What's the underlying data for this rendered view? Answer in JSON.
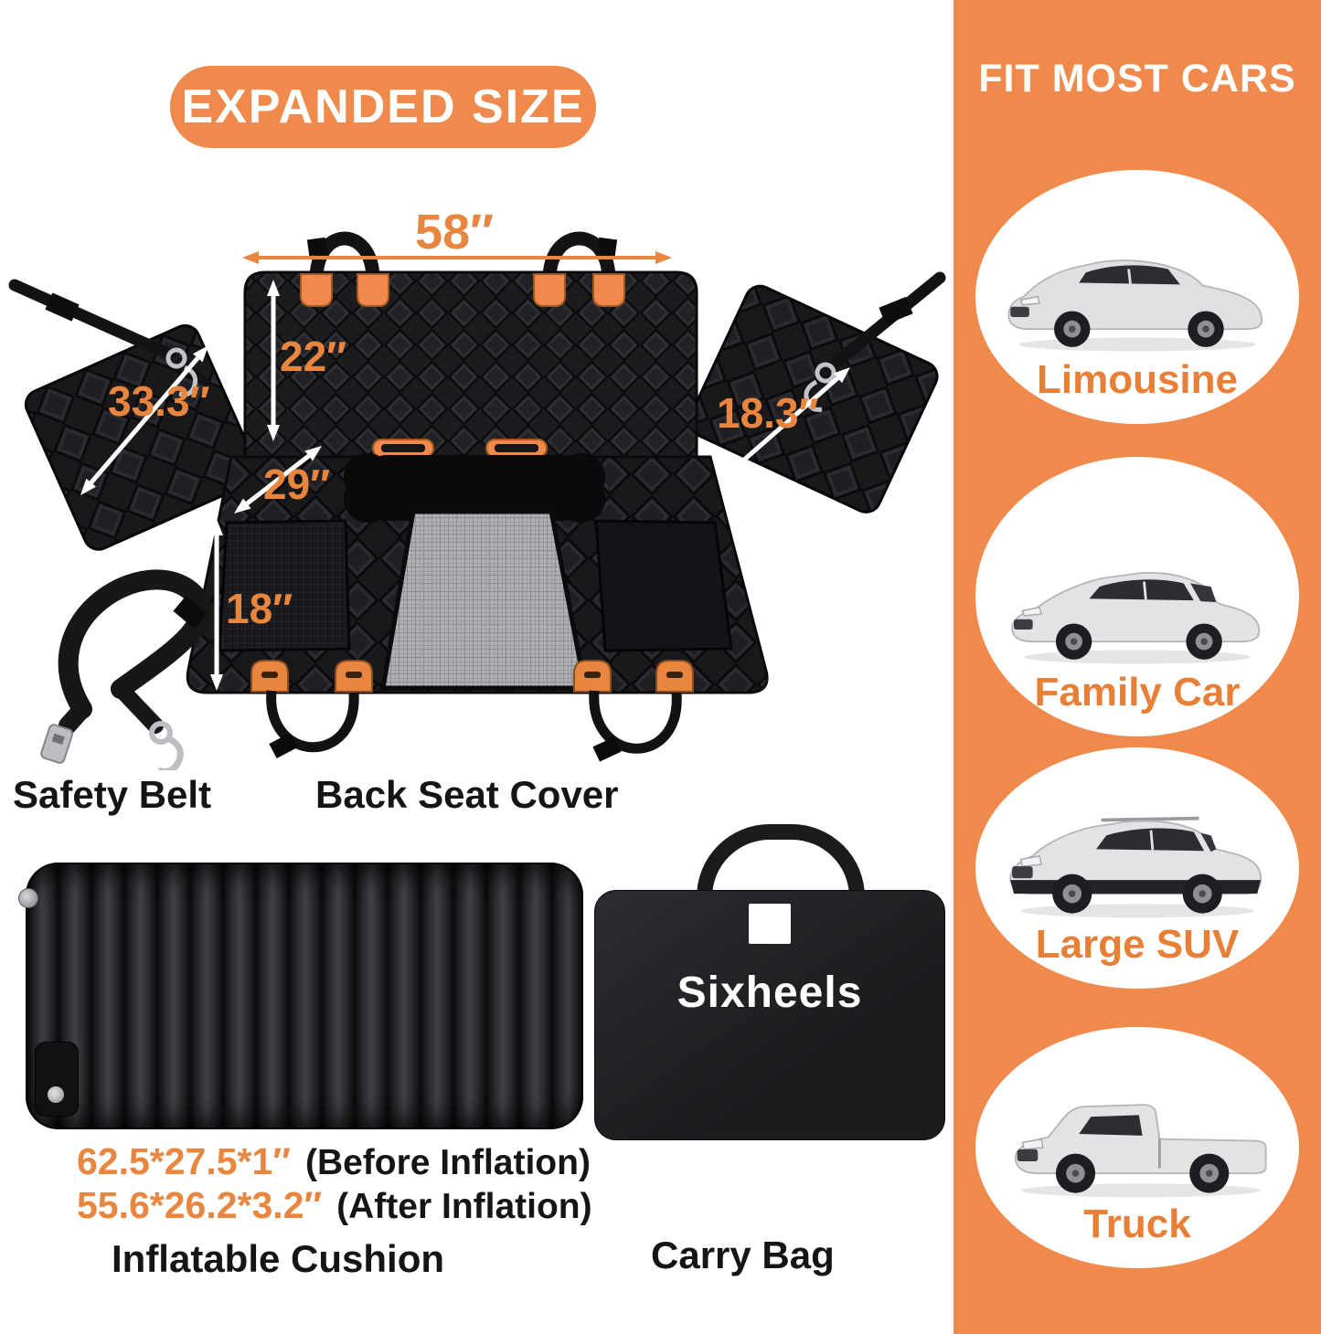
{
  "colors": {
    "orange": "#F08A4C",
    "label_orange": "#E87F36",
    "dim_orange": "#E8863F",
    "text_black": "#151515",
    "fabric_black": "#1D1D20",
    "mesh_gray": "#AEAEB0"
  },
  "banner": {
    "label": "EXPANDED SIZE"
  },
  "diagram": {
    "dim_width": "58″",
    "dim_backrest_height": "22″",
    "dim_left_flap": "33.3″",
    "dim_right_flap": "18.3″",
    "dim_seat_depth": "29″",
    "dim_front_height": "18″",
    "safety_belt_label": "Safety Belt",
    "back_seat_cover_label": "Back Seat Cover"
  },
  "cushion": {
    "size_before": "62.5*27.5*1″",
    "note_before": "(Before Inflation)",
    "size_after": "55.6*26.2*3.2″",
    "note_after": "(After Inflation)",
    "label": "Inflatable Cushion"
  },
  "carry_bag": {
    "brand": "Sixheels",
    "label": "Carry Bag"
  },
  "fit_panel": {
    "title": "FIT MOST CARS",
    "cars": [
      {
        "label": "Limousine"
      },
      {
        "label": "Family Car"
      },
      {
        "label": "Large SUV"
      },
      {
        "label": "Truck"
      }
    ]
  }
}
